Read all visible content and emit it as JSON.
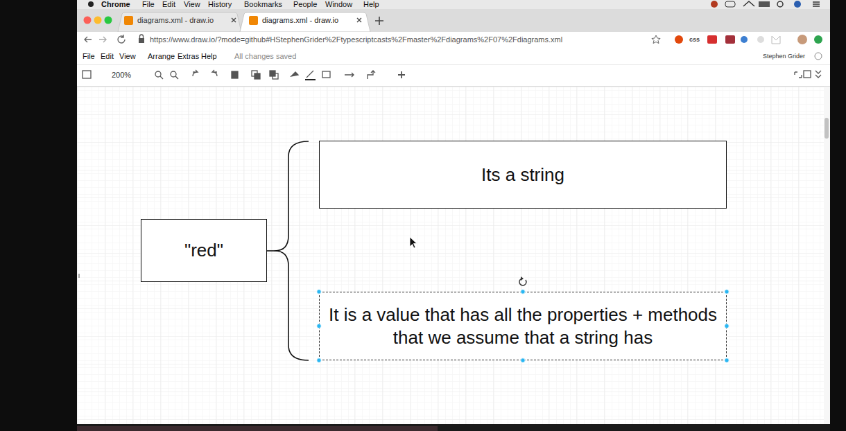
{
  "diagram": {
    "nodes": [
      {
        "text": [
          "\"red\""
        ]
      },
      {
        "text": [
          "Its a string"
        ]
      },
      {
        "text": [
          "It is a value that has all the properties + methods that we assume that a string has"
        ]
      }
    ],
    "labels": [
      "Chrome",
      "File",
      "Edit",
      "View",
      "History",
      "Bookmarks",
      "People",
      "Window",
      "Help",
      "diagrams.xml - draw.io",
      "diagrams.xml - draw.io",
      "https://www.draw.io/?mode=github#HStephenGrider%2Ftypescriptcasts%2Fmaster%2Fdiagrams%2F07%2Fdiagrams.xml",
      "css",
      "File",
      "Edit",
      "View",
      "Arrange",
      "Extras",
      "Help",
      "All changes saved",
      "Stephen Grider",
      "200%"
    ]
  }
}
